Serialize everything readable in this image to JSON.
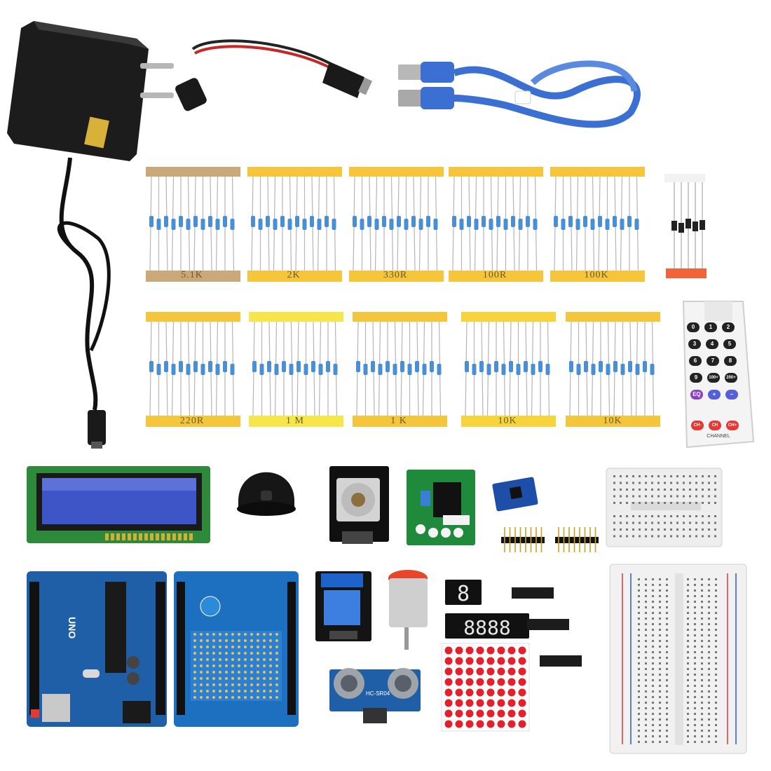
{
  "resistor_strips": [
    {
      "label": "5.1K",
      "tape": "#c9a87a"
    },
    {
      "label": "2K",
      "tape": "#f5c63c"
    },
    {
      "label": "330R",
      "tape": "#f5c63c"
    },
    {
      "label": "100R",
      "tape": "#f5c63c"
    },
    {
      "label": "100K",
      "tape": "#f5c63c"
    },
    {
      "label": "220R",
      "tape": "#f5c63c"
    },
    {
      "label": "1 M",
      "tape": "#f7e64a"
    },
    {
      "label": "1 K",
      "tape": "#f5c63c"
    },
    {
      "label": "10K",
      "tape": "#f7d43c"
    },
    {
      "label": "10K",
      "tape": "#f5c63c"
    }
  ],
  "remote_keys": [
    "0",
    "1",
    "2",
    "3",
    "4",
    "5",
    "6",
    "7",
    "8",
    "9",
    "100+",
    "200+",
    "EQ",
    "+",
    "−",
    "CH-",
    "CH",
    "CH+"
  ],
  "board_labels": {
    "uno": "UNO",
    "sensor": "HC-SR04",
    "remote_channel": "CHANNEL"
  },
  "colors": {
    "pcb_blue": "#1e5fa8",
    "pcb_dark": "#173f78",
    "pcb_green": "#2c8a3a",
    "cable_blue": "#3b6fd1",
    "lcd_blue": "#3d55c7",
    "led_red": "#e3202b"
  }
}
